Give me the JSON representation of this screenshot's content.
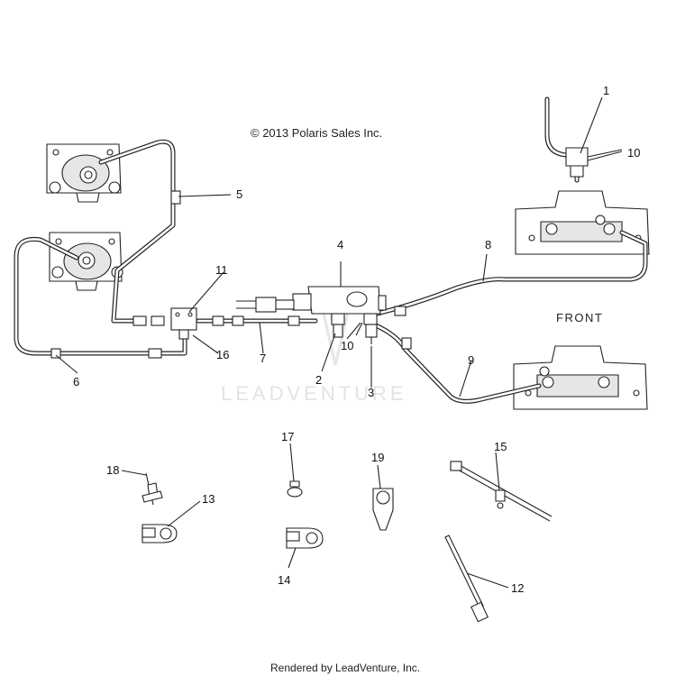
{
  "copyright": "© 2013 Polaris Sales Inc.",
  "front_label": "FRONT",
  "watermark": "LEADVENTURE",
  "footer": "Rendered by LeadVenture, Inc.",
  "callouts": {
    "n1": "1",
    "n2": "2",
    "n3": "3",
    "n4": "4",
    "n5": "5",
    "n6": "6",
    "n7": "7",
    "n8": "8",
    "n9": "9",
    "n10a": "10",
    "n10b": "10",
    "n11": "11",
    "n12": "12",
    "n13": "13",
    "n14": "14",
    "n15": "15",
    "n16": "16",
    "n17": "17",
    "n18": "18",
    "n19": "19"
  }
}
